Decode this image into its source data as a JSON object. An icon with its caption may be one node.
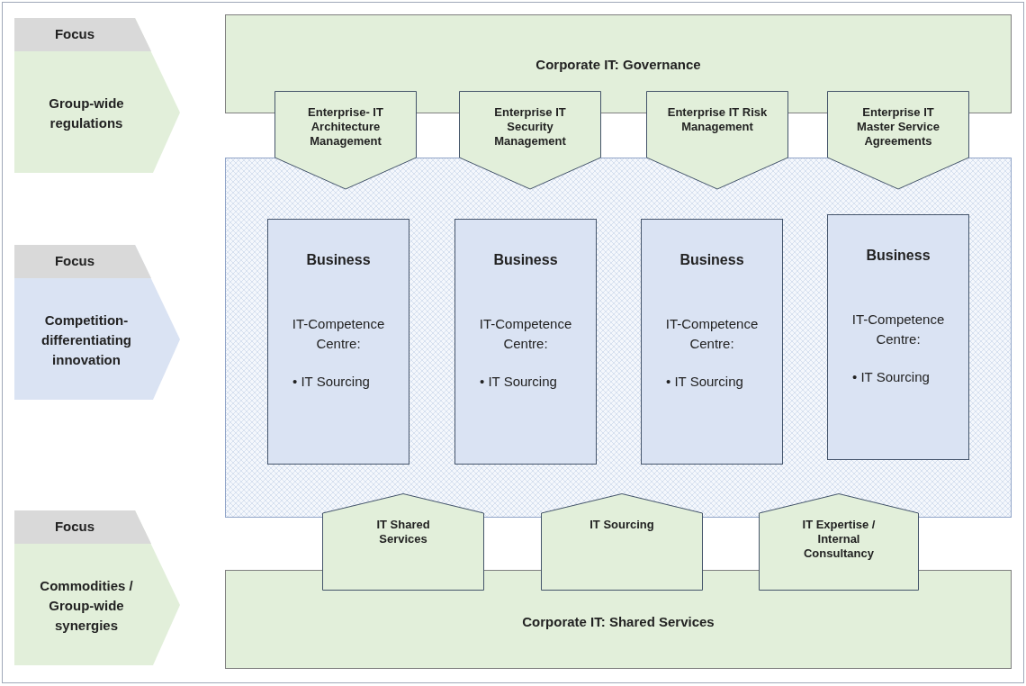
{
  "diagram": {
    "nodes": [
      {
        "text": [
          "Focus",
          "Group-wide regulations"
        ]
      },
      {
        "text": [
          "Corporate IT: Governance"
        ]
      },
      {
        "text": [
          "Enterprise- IT Architecture Management"
        ]
      },
      {
        "text": [
          "Enterprise IT Security Management"
        ]
      },
      {
        "text": [
          "Enterprise IT Risk Management"
        ]
      },
      {
        "text": [
          "Enterprise IT Master Service Agreements"
        ]
      },
      {
        "text": [
          "Focus",
          "Competition-differentiating innovation"
        ]
      },
      {
        "text": [],
        "shape": "box"
      },
      {
        "text": [
          "Business",
          "IT-Competence Centre:",
          "• IT Sourcing"
        ],
        "in": 7
      },
      {
        "text": [
          "Business",
          "IT-Competence Centre:",
          "• IT Sourcing"
        ],
        "in": 7
      },
      {
        "text": [
          "Business",
          "IT-Competence Centre:",
          "• IT Sourcing"
        ],
        "in": 7
      },
      {
        "text": [
          "Business",
          "IT-Competence Centre:",
          "• IT Sourcing"
        ],
        "in": 7
      },
      {
        "text": [
          "Focus",
          "Commodities / Group-wide synergies"
        ]
      },
      {
        "text": [
          "IT Shared Services"
        ]
      },
      {
        "text": [
          "IT Sourcing"
        ]
      },
      {
        "text": [
          "IT Expertise / Internal Consultancy"
        ]
      },
      {
        "text": [
          "Corporate IT: Shared Services"
        ]
      }
    ]
  }
}
